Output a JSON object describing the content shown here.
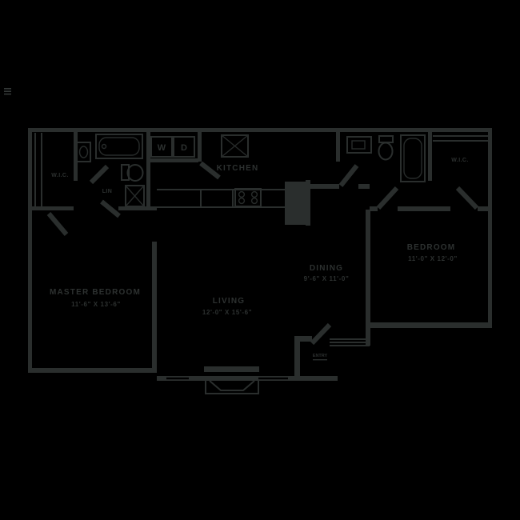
{
  "colors": {
    "background": "#000000",
    "line": "#2a2e2d",
    "text": "#2d3130"
  },
  "rooms": {
    "master_bedroom": {
      "label": "MASTER BEDROOM",
      "dimensions": "11'-6\" X 13'-6\""
    },
    "living": {
      "label": "LIVING",
      "dimensions": "12'-0\" X 15'-6\""
    },
    "dining": {
      "label": "DINING",
      "dimensions": "9'-6\" X 11'-0\""
    },
    "bedroom": {
      "label": "BEDROOM",
      "dimensions": "11'-0\" X 12'-0\""
    },
    "kitchen": {
      "label": "KITCHEN"
    },
    "master_closet": {
      "label": "W.I.C."
    },
    "bedroom_closet": {
      "label": "W.I.C."
    },
    "linen": {
      "label": "LIN"
    },
    "entry": {
      "label": "ENTRY"
    }
  },
  "appliances": {
    "washer": "W",
    "dryer": "D"
  }
}
